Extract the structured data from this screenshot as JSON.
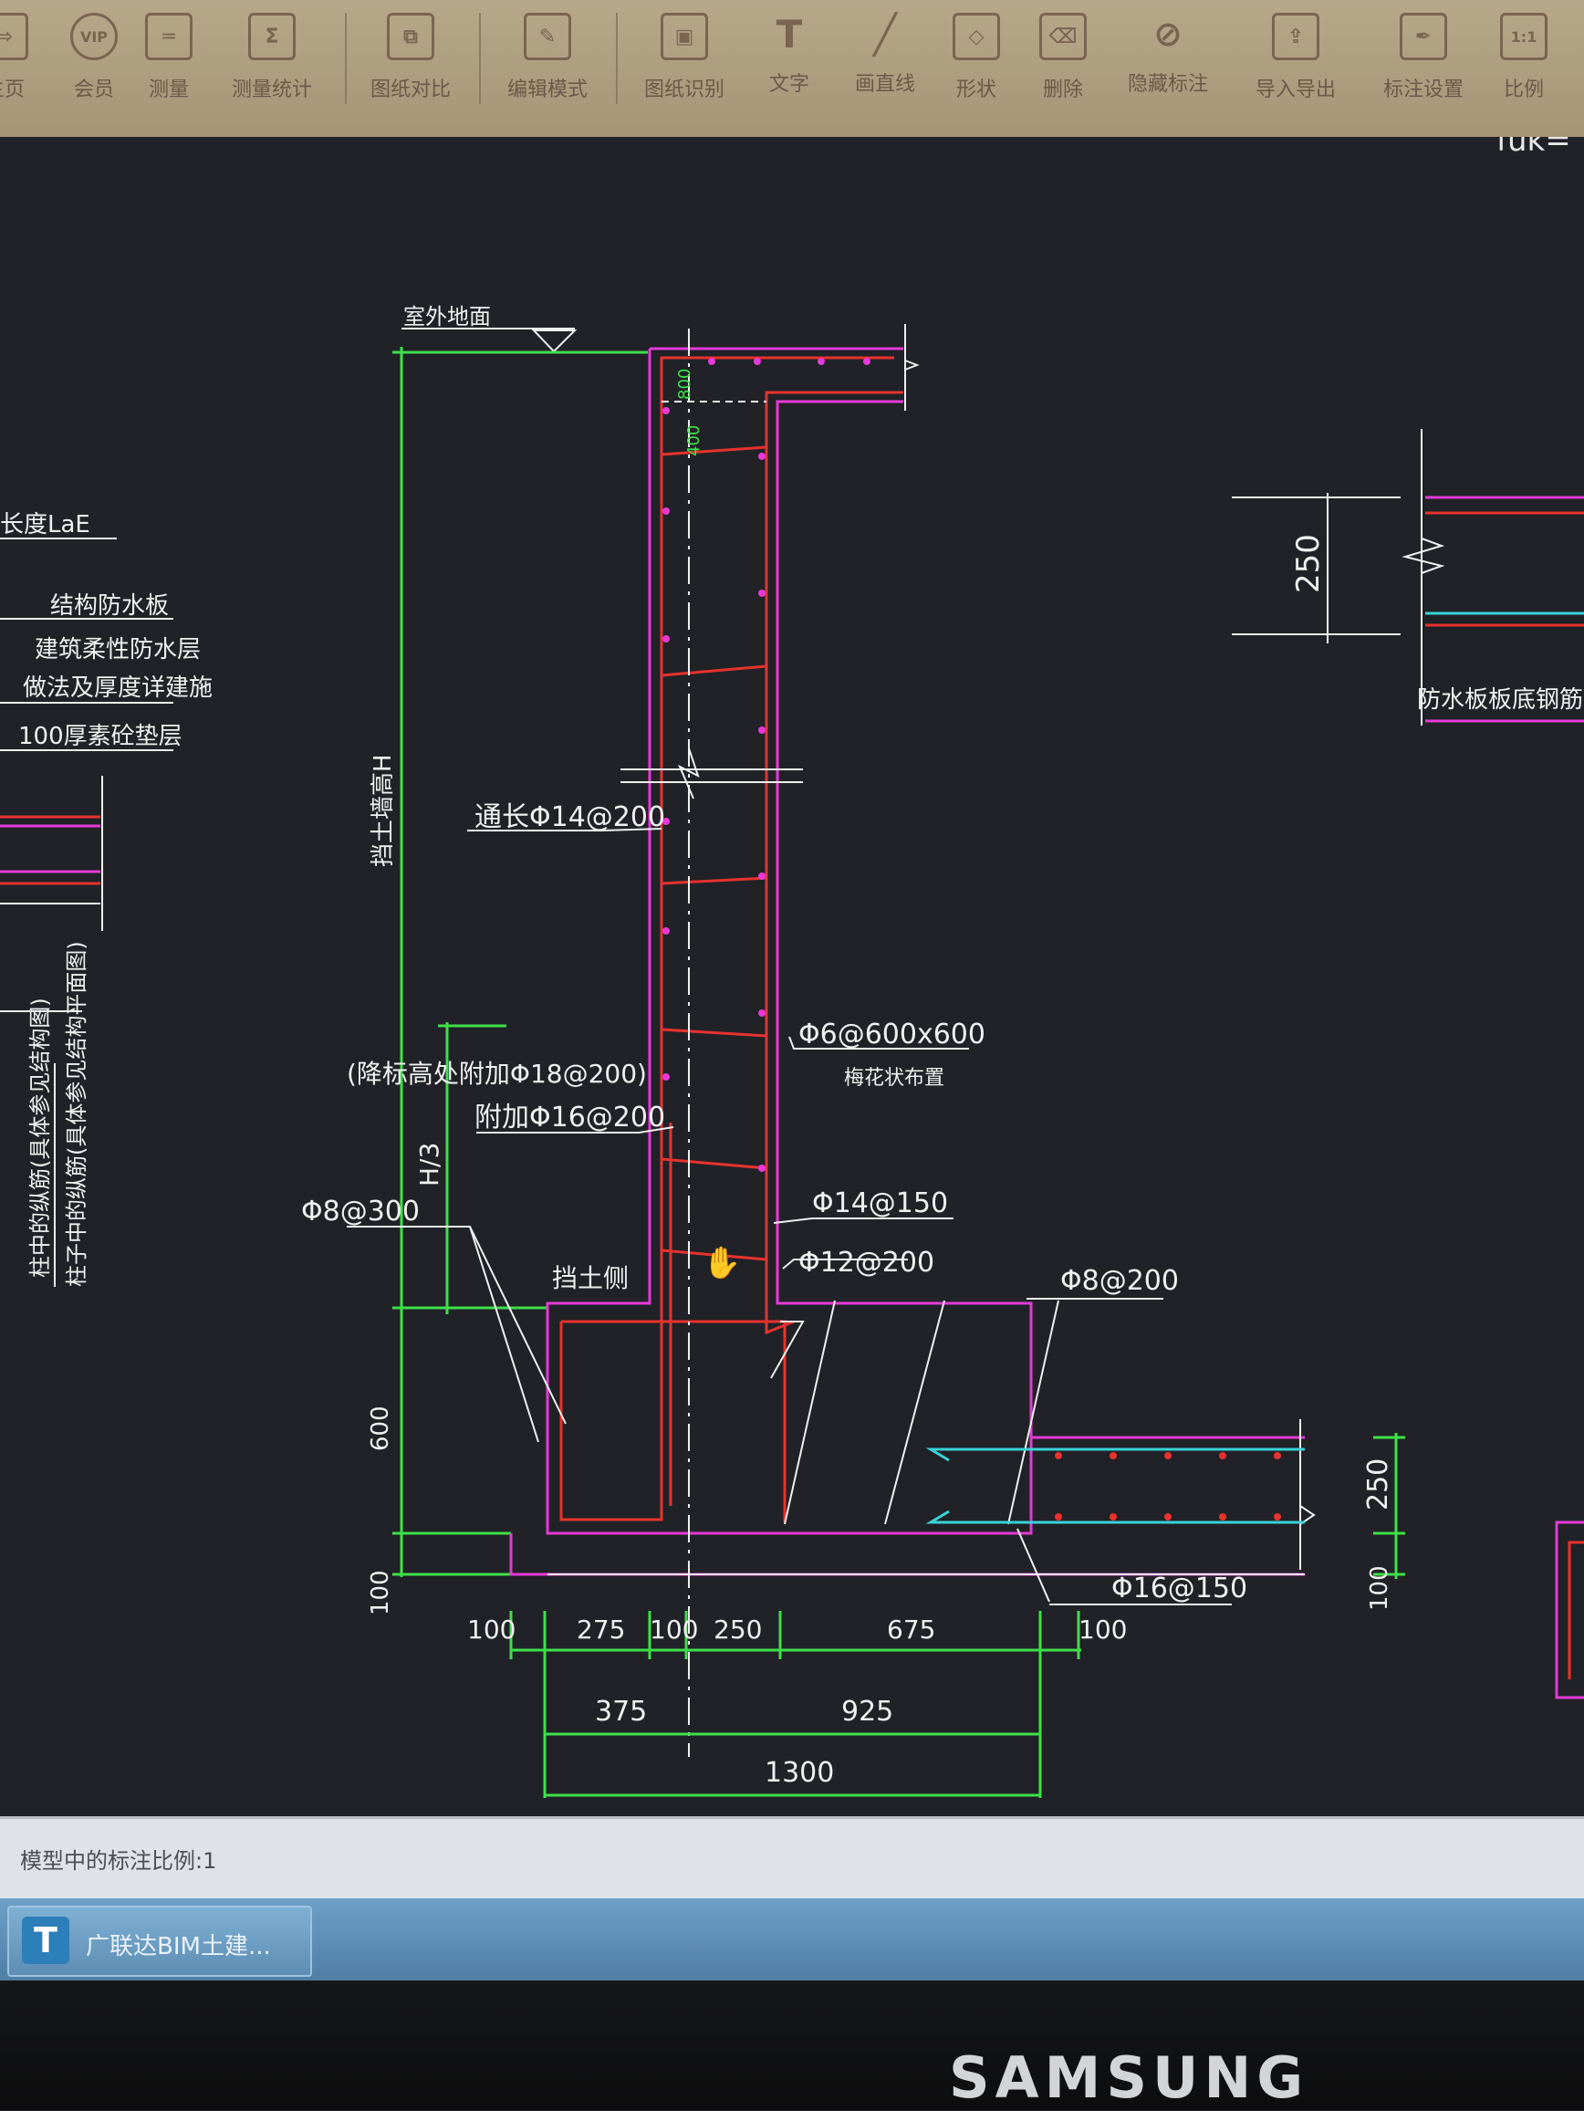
{
  "toolbar": {
    "items": [
      {
        "label": "主页",
        "icon": "arrow-icon"
      },
      {
        "label": "会员",
        "icon": "vip-icon"
      },
      {
        "label": "测量",
        "icon": "ruler-icon"
      },
      {
        "label": "测量统计",
        "icon": "stats-icon"
      },
      {
        "label": "图纸对比",
        "icon": "compare-icon"
      },
      {
        "label": "编辑模式",
        "icon": "edit-icon"
      },
      {
        "label": "图纸识别",
        "icon": "recognize-icon"
      },
      {
        "label": "文字",
        "icon": "text-icon"
      },
      {
        "label": "画直线",
        "icon": "line-icon"
      },
      {
        "label": "形状",
        "icon": "shape-icon"
      },
      {
        "label": "删除",
        "icon": "eraser-icon"
      },
      {
        "label": "隐藏标注",
        "icon": "hide-icon"
      },
      {
        "label": "导入导出",
        "icon": "export-icon"
      },
      {
        "label": "标注设置",
        "icon": "settings-icon"
      },
      {
        "label": "比例",
        "icon": "scale-icon"
      }
    ]
  },
  "drawing": {
    "corner_text": "fuk=",
    "left_labels": {
      "lae": "长度LaE",
      "l1": "结构防水板",
      "l2": "建筑柔性防水层",
      "l3": "做法及厚度详建施",
      "l4": "100厚素砼垫层",
      "vert1": "柱中的纵筋(具体参见结构图)",
      "vert2": "柱子中的纵筋(具体参见结构平面图)"
    },
    "elev_label": "室外地面",
    "retaining_height_label": "挡土墙高H",
    "h3_label": "H/3",
    "soil_side_label": "挡土侧",
    "rebar": {
      "through_long": "通长Φ14@200",
      "outer_vert": "Φ6@600x600",
      "outer_vert_note": "梅花状布置",
      "added_18": "(降标高处附加Φ18@200)",
      "added_16": "附加Φ16@200",
      "left_300": "Φ8@300",
      "inner_150": "Φ14@150",
      "inner_200": "Φ12@200",
      "base_200": "Φ8@200",
      "bottom_150": "Φ16@150",
      "slab_note": "防水板板底钢筋"
    },
    "dims": {
      "top_dim_1": "800",
      "top_dim_2": "400",
      "right_250": "250",
      "base_600": "600",
      "base_100": "100",
      "slab_250": "250",
      "slab_100": "100",
      "row1": [
        "100",
        "275",
        "100",
        "250",
        "675",
        "100"
      ],
      "row2": [
        "375",
        "925"
      ],
      "row3": "1300"
    }
  },
  "status": {
    "text": "模型中的标注比例:1"
  },
  "taskbar": {
    "app_label": "广联达BIM土建..."
  },
  "monitor": {
    "brand": "SAMSUNG"
  },
  "colors": {
    "green": "#3ee04a",
    "magenta": "#e63ad8",
    "red": "#e8322e",
    "white": "#f0f0f0",
    "cyan": "#39d3d8"
  }
}
